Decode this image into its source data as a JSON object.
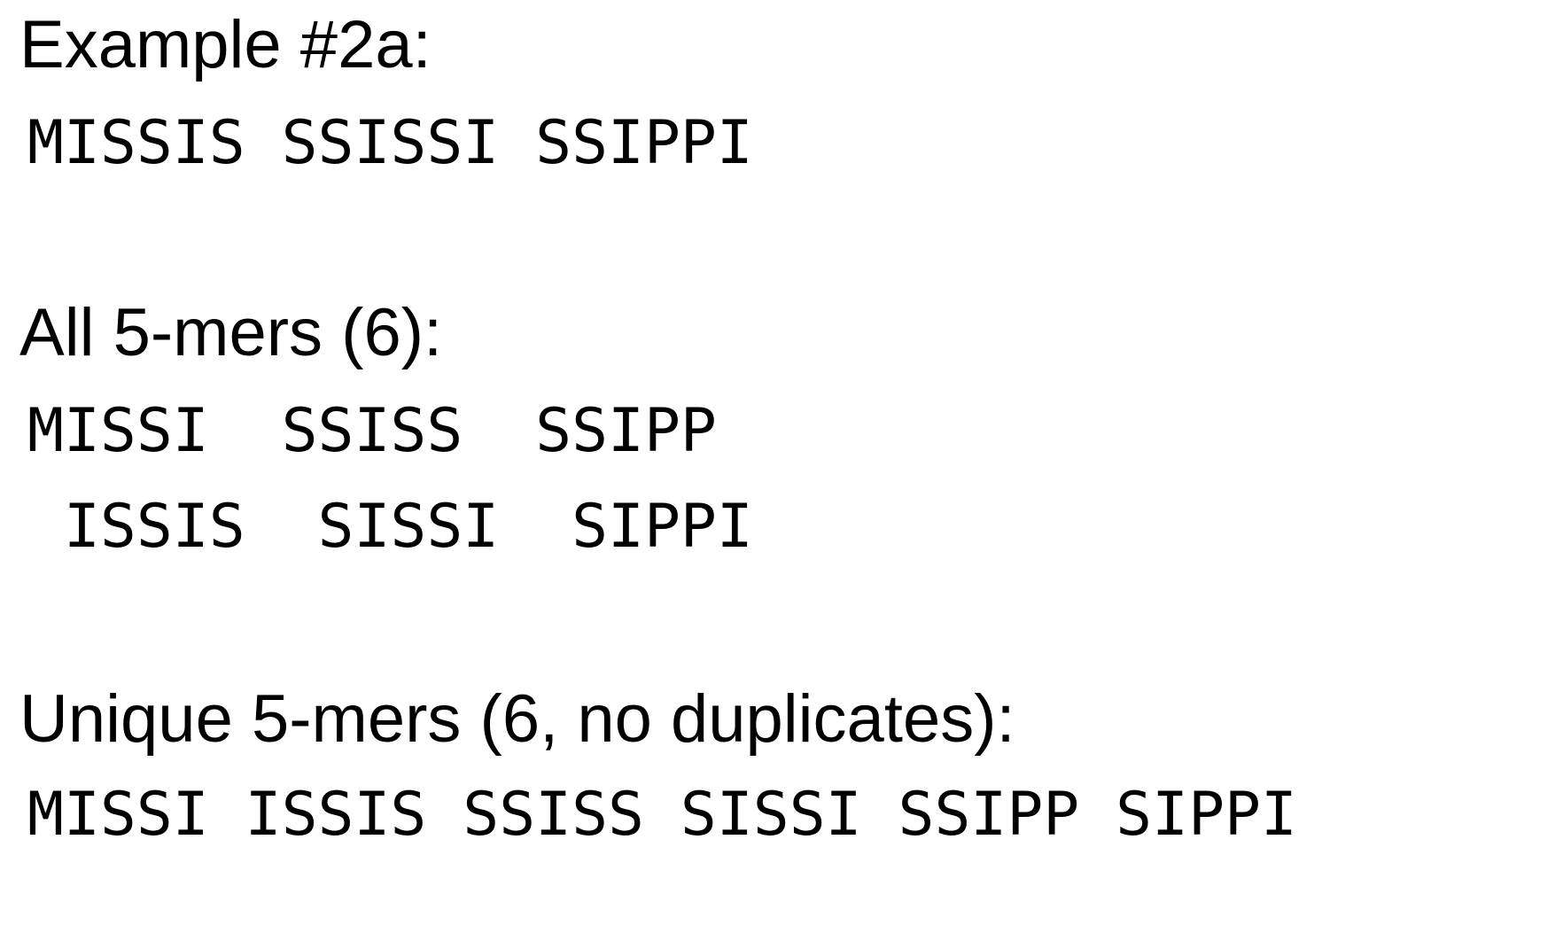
{
  "page": {
    "background_color": "#ffffff",
    "text_color": "#000000"
  },
  "sections": [
    {
      "id": "example-2a",
      "heading": "Example #2a:",
      "lines": [
        "MISSIS SSISSI SSIPPI"
      ]
    },
    {
      "id": "all-5mers",
      "heading": "All 5-mers (6):",
      "lines": [
        "MISSI  SSISS  SSIPP",
        " ISSIS  SISSI  SIPPI"
      ]
    },
    {
      "id": "unique-5mers",
      "heading": "Unique 5-mers (6, no duplicates):",
      "lines": [
        "MISSI ISSIS SSISS SISSI SSIPP SIPPI"
      ]
    }
  ]
}
